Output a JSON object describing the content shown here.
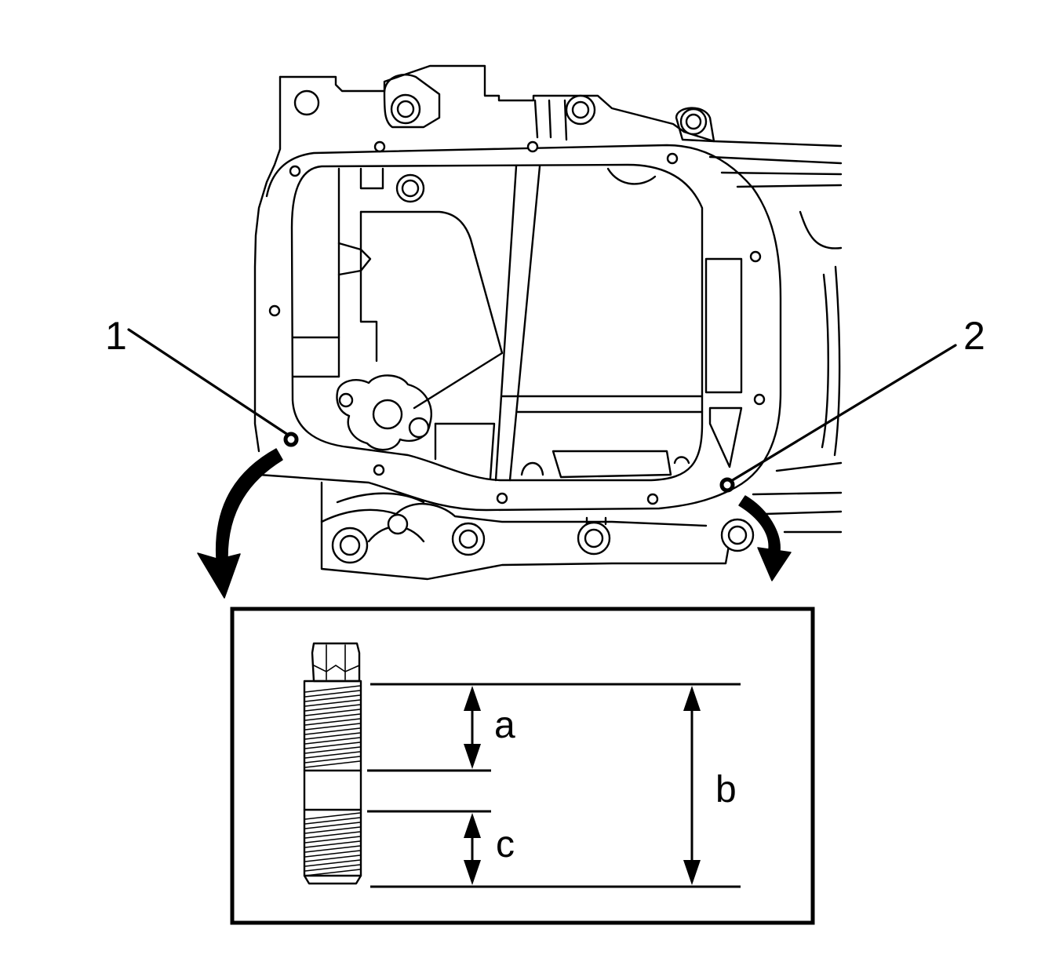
{
  "callouts": [
    {
      "id": "1",
      "label": "1"
    },
    {
      "id": "2",
      "label": "2"
    }
  ],
  "dimensions": {
    "a": "a",
    "b": "b",
    "c": "c"
  }
}
